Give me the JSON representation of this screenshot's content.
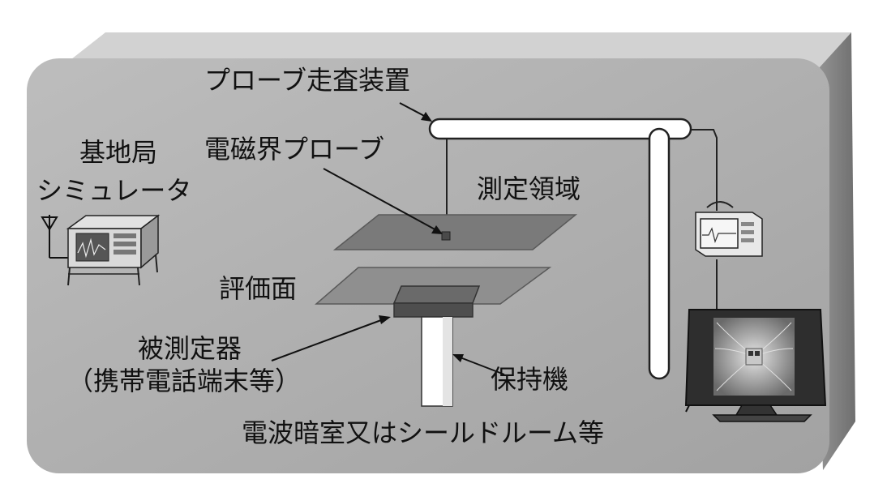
{
  "labels": {
    "scanner": "プローブ走査装置",
    "probe": "電磁界プローブ",
    "base_station_line1": "基地局",
    "base_station_line2": "シミュレータ",
    "measurement_area": "測定領域",
    "evaluation_plane": "評価面",
    "dut_line1": "被測定器",
    "dut_line2": "（携帯電話端末等）",
    "holder": "保持機",
    "chamber": "電波暗室又はシールドルーム等"
  },
  "colors": {
    "room_wall": "#a9a9a9",
    "room_top": "#cfcfcf",
    "room_side": "#8a8a8a",
    "measurement_plane": "#7a7a7a",
    "evaluation_plane": "#8f8f8f",
    "device": "#555555",
    "holder": "#ffffff",
    "scanner_arm": "#ffffff",
    "monitor_screen": "#9a9a9a"
  },
  "icons": {
    "antenna": "antenna-icon",
    "simulator": "instrument-rack-icon",
    "monitor": "patient-monitor-icon",
    "display": "flat-screen-display-icon"
  }
}
